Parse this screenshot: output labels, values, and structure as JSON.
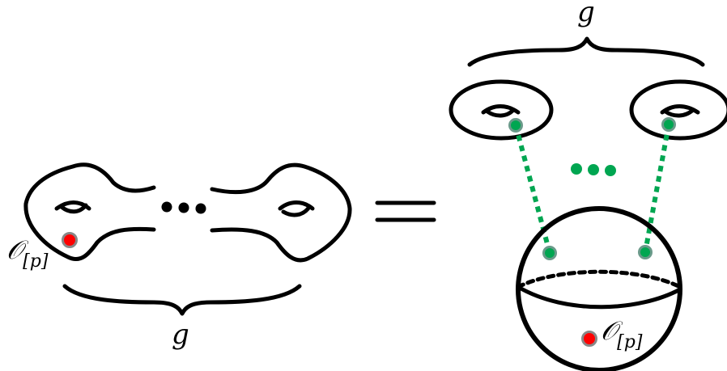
{
  "labels": {
    "genus_left": "g",
    "genus_right": "g",
    "operator_left": {
      "main": "𝒪",
      "subscript": "[p]"
    },
    "operator_right": {
      "main": "𝒪",
      "subscript": "[p]"
    }
  },
  "colors": {
    "outline": "#000000",
    "operator_point": "#ff0000",
    "operator_ring": "#888888",
    "puncture_point": "#00a651",
    "puncture_ring": "#6a9a8a",
    "tube_line": "#00a651",
    "ellipsis_dots": "#00a651"
  },
  "icons": {
    "equals_sign": "equals-icon",
    "handle": "handle-icon",
    "ellipsis": "ellipsis-icon"
  }
}
